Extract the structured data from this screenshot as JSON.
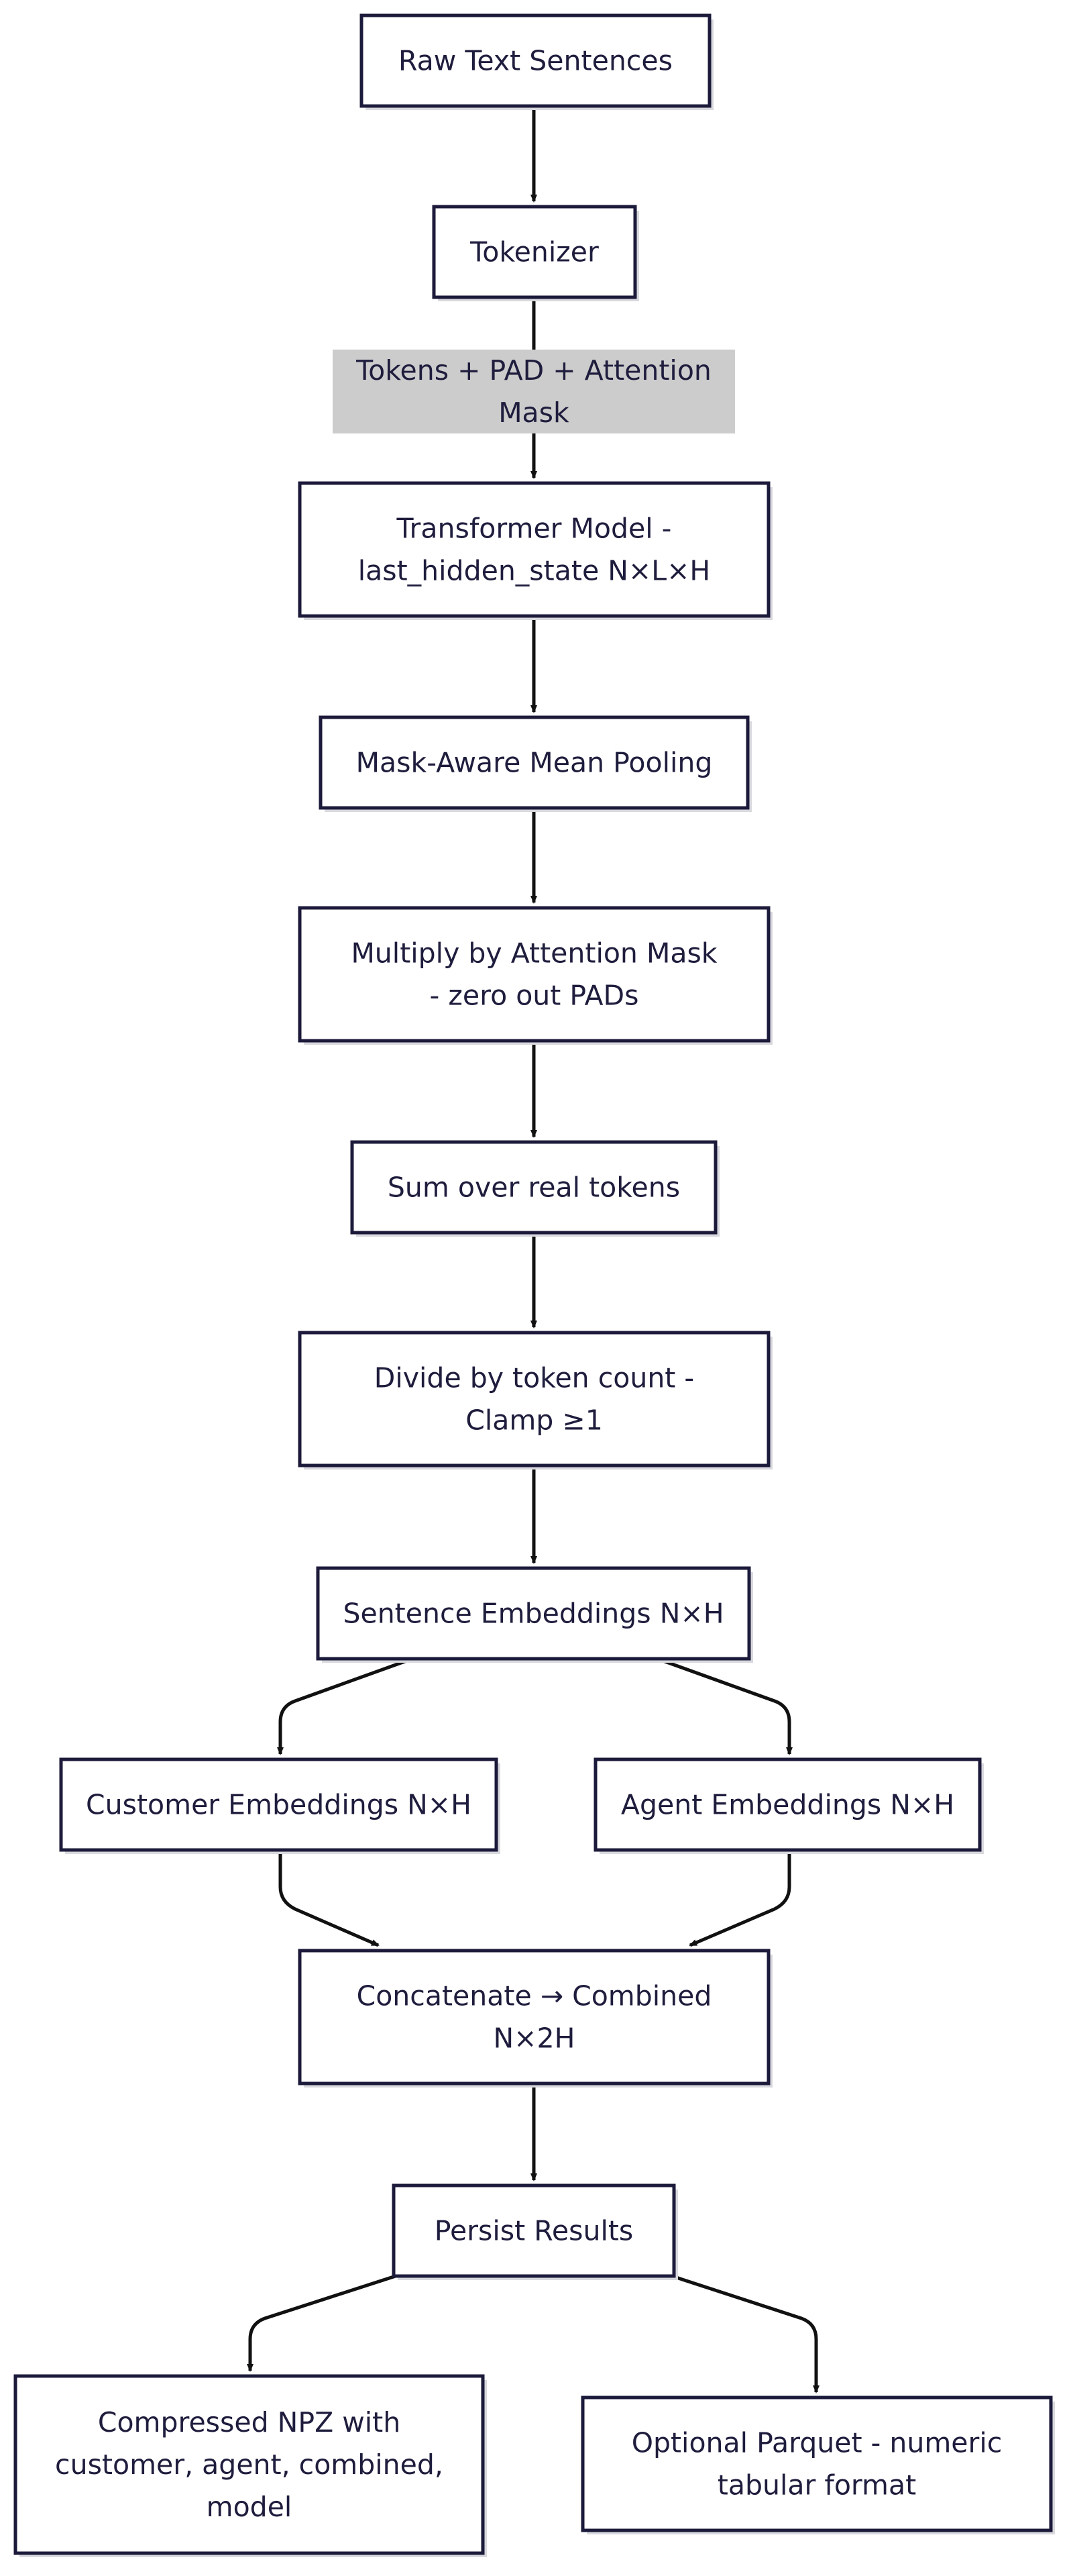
{
  "diagram": {
    "type": "flowchart",
    "direction": "top-to-bottom",
    "nodes": [
      {
        "id": "raw_text",
        "lines": [
          "Raw Text Sentences"
        ]
      },
      {
        "id": "tokenizer",
        "lines": [
          "Tokenizer"
        ]
      },
      {
        "id": "transformer",
        "lines": [
          "Transformer Model -",
          "last_hidden_state N×L×H"
        ]
      },
      {
        "id": "mean_pooling",
        "lines": [
          "Mask-Aware Mean Pooling"
        ]
      },
      {
        "id": "multiply_mask",
        "lines": [
          "Multiply by Attention Mask",
          "- zero out PADs"
        ]
      },
      {
        "id": "sum_tokens",
        "lines": [
          "Sum over real tokens"
        ]
      },
      {
        "id": "divide_count",
        "lines": [
          "Divide by token count -",
          "Clamp ≥1"
        ]
      },
      {
        "id": "sentence_embeddings",
        "lines": [
          "Sentence Embeddings N×H"
        ]
      },
      {
        "id": "customer_embeddings",
        "lines": [
          "Customer Embeddings N×H"
        ]
      },
      {
        "id": "agent_embeddings",
        "lines": [
          "Agent Embeddings N×H"
        ]
      },
      {
        "id": "concatenate",
        "lines": [
          "Concatenate → Combined",
          "N×2H"
        ]
      },
      {
        "id": "persist_results",
        "lines": [
          "Persist Results"
        ]
      },
      {
        "id": "compressed_npz",
        "lines": [
          "Compressed NPZ with",
          "customer, agent, combined,",
          "model"
        ]
      },
      {
        "id": "optional_parquet",
        "lines": [
          "Optional Parquet - numeric",
          "tabular format"
        ]
      }
    ],
    "edges": [
      {
        "from": "raw_text",
        "to": "tokenizer"
      },
      {
        "from": "tokenizer",
        "to": "transformer",
        "label_lines": [
          "Tokens + PAD + Attention",
          "Mask"
        ]
      },
      {
        "from": "transformer",
        "to": "mean_pooling"
      },
      {
        "from": "mean_pooling",
        "to": "multiply_mask"
      },
      {
        "from": "multiply_mask",
        "to": "sum_tokens"
      },
      {
        "from": "sum_tokens",
        "to": "divide_count"
      },
      {
        "from": "divide_count",
        "to": "sentence_embeddings"
      },
      {
        "from": "sentence_embeddings",
        "to": "customer_embeddings"
      },
      {
        "from": "sentence_embeddings",
        "to": "agent_embeddings"
      },
      {
        "from": "customer_embeddings",
        "to": "concatenate"
      },
      {
        "from": "agent_embeddings",
        "to": "concatenate"
      },
      {
        "from": "concatenate",
        "to": "persist_results"
      },
      {
        "from": "persist_results",
        "to": "compressed_npz"
      },
      {
        "from": "persist_results",
        "to": "optional_parquet"
      }
    ],
    "colors": {
      "node_border": "#1c1a3a",
      "node_fill": "#ffffff",
      "text": "#1f1d3d",
      "edge": "#111111",
      "edge_label_bg": "#cccccc"
    }
  }
}
